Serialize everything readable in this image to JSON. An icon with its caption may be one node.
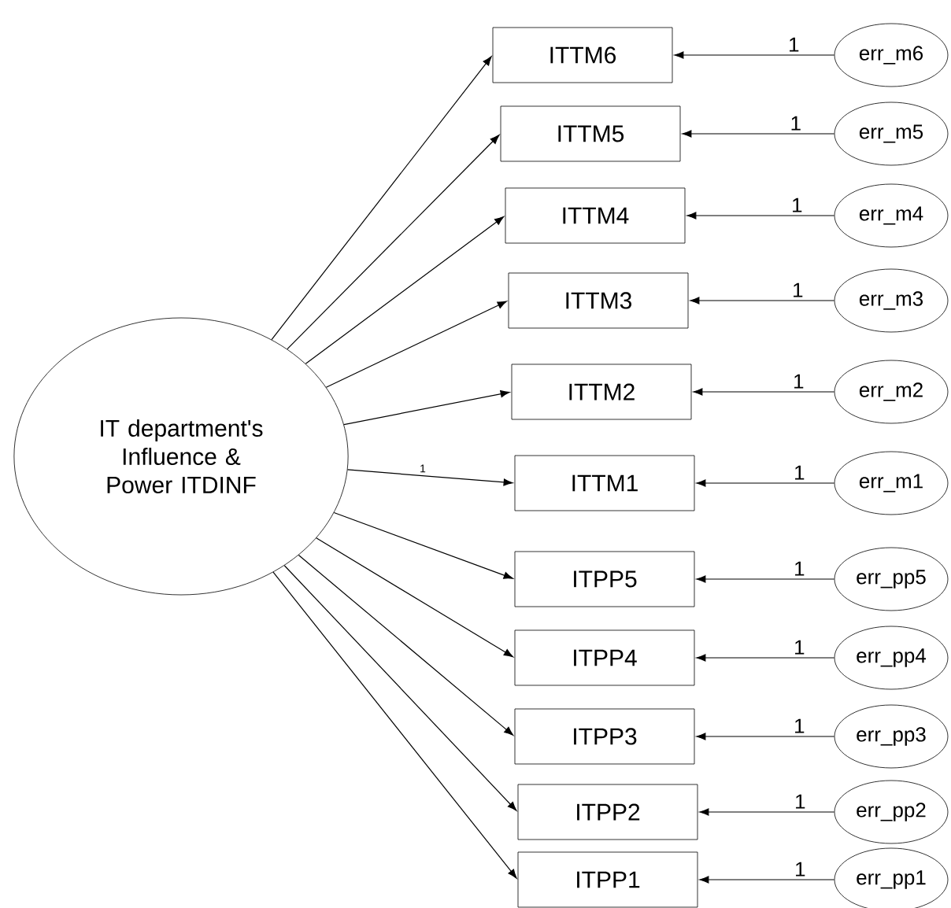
{
  "diagram": {
    "nodes": [
      {
        "text": [
          "IT department's Influence & Power ITDINF"
        ]
      },
      {
        "text": [
          "ITTM6"
        ]
      },
      {
        "text": [
          "ITTM5"
        ]
      },
      {
        "text": [
          "ITTM4"
        ]
      },
      {
        "text": [
          "ITTM3"
        ]
      },
      {
        "text": [
          "ITTM2"
        ]
      },
      {
        "text": [
          "ITTM1"
        ]
      },
      {
        "text": [
          "ITPP5"
        ]
      },
      {
        "text": [
          "ITPP4"
        ]
      },
      {
        "text": [
          "ITPP3"
        ]
      },
      {
        "text": [
          "ITPP2"
        ]
      },
      {
        "text": [
          "ITPP1"
        ]
      },
      {
        "text": [
          "err_m6"
        ]
      },
      {
        "text": [
          "err_m5"
        ]
      },
      {
        "text": [
          "err_m4"
        ]
      },
      {
        "text": [
          "err_m3"
        ]
      },
      {
        "text": [
          "err_m2"
        ]
      },
      {
        "text": [
          "err_m1"
        ]
      },
      {
        "text": [
          "err_pp5"
        ]
      },
      {
        "text": [
          "err_pp4"
        ]
      },
      {
        "text": [
          "err_pp3"
        ]
      },
      {
        "text": [
          "err_pp2"
        ]
      },
      {
        "text": [
          "err_pp1"
        ]
      }
    ],
    "edges": [
      {
        "from": 0,
        "to": 1,
        "arrow": "to"
      },
      {
        "from": 0,
        "to": 2,
        "arrow": "to"
      },
      {
        "from": 0,
        "to": 3,
        "arrow": "to"
      },
      {
        "from": 0,
        "to": 4,
        "arrow": "to"
      },
      {
        "from": 0,
        "to": 5,
        "arrow": "to"
      },
      {
        "from": 0,
        "to": 6,
        "arrow": "to",
        "label": "1"
      },
      {
        "from": 0,
        "to": 7,
        "arrow": "to"
      },
      {
        "from": 0,
        "to": 8,
        "arrow": "to"
      },
      {
        "from": 0,
        "to": 9,
        "arrow": "to"
      },
      {
        "from": 0,
        "to": 10,
        "arrow": "to"
      },
      {
        "from": 0,
        "to": 11,
        "arrow": "to"
      },
      {
        "from": 12,
        "to": 1,
        "arrow": "to",
        "label": "1"
      },
      {
        "from": 13,
        "to": 2,
        "arrow": "to",
        "label": "1"
      },
      {
        "from": 14,
        "to": 3,
        "arrow": "to",
        "label": "1"
      },
      {
        "from": 15,
        "to": 4,
        "arrow": "to",
        "label": "1"
      },
      {
        "from": 16,
        "to": 5,
        "arrow": "to",
        "label": "1"
      },
      {
        "from": 17,
        "to": 6,
        "arrow": "to",
        "label": "1"
      },
      {
        "from": 18,
        "to": 7,
        "arrow": "to",
        "label": "1"
      },
      {
        "from": 19,
        "to": 8,
        "arrow": "to",
        "label": "1"
      },
      {
        "from": 20,
        "to": 9,
        "arrow": "to",
        "label": "1"
      },
      {
        "from": 21,
        "to": 10,
        "arrow": "to",
        "label": "1"
      },
      {
        "from": 22,
        "to": 11,
        "arrow": "to",
        "label": "1"
      }
    ]
  }
}
